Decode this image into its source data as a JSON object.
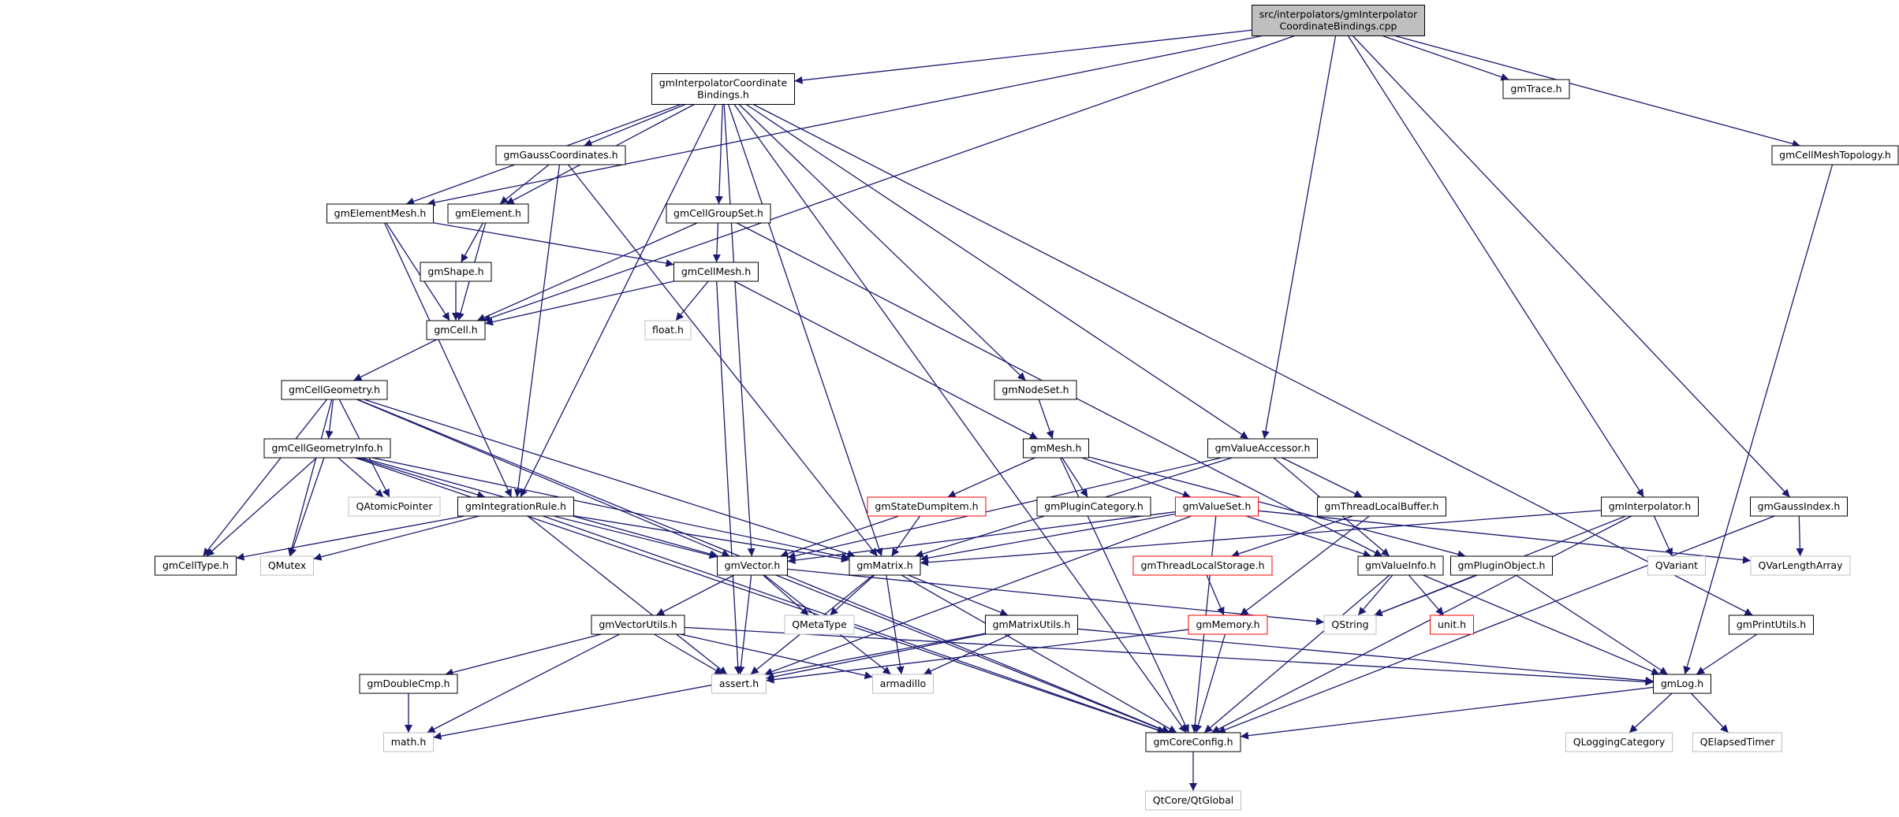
{
  "colors": {
    "edge": "#191970",
    "border_normal": "#000000",
    "border_external": "#bfbfbf",
    "border_truncated": "#ff0000",
    "fill_root": "#bfbfbf",
    "fill_node": "#ffffff",
    "text_normal": "#000000",
    "text_external": "#808080"
  },
  "nodes": [
    {
      "id": "root",
      "lines": [
        "src/interpolators/gmInterpolator",
        "CoordinateBindings.cpp"
      ],
      "kind": "root"
    },
    {
      "id": "bindings_h",
      "lines": [
        "gmInterpolatorCoordinate",
        "Bindings.h"
      ],
      "kind": "normal"
    },
    {
      "id": "trace_h",
      "lines": [
        "gmTrace.h"
      ],
      "kind": "normal"
    },
    {
      "id": "cellmeshtopology_h",
      "lines": [
        "gmCellMeshTopology.h"
      ],
      "kind": "normal"
    },
    {
      "id": "gausscoordinates_h",
      "lines": [
        "gmGaussCoordinates.h"
      ],
      "kind": "normal"
    },
    {
      "id": "elementmesh_h",
      "lines": [
        "gmElementMesh.h"
      ],
      "kind": "normal"
    },
    {
      "id": "element_h",
      "lines": [
        "gmElement.h"
      ],
      "kind": "normal"
    },
    {
      "id": "cellgroupset_h",
      "lines": [
        "gmCellGroupSet.h"
      ],
      "kind": "normal"
    },
    {
      "id": "shape_h",
      "lines": [
        "gmShape.h"
      ],
      "kind": "normal"
    },
    {
      "id": "cellmesh_h",
      "lines": [
        "gmCellMesh.h"
      ],
      "kind": "normal"
    },
    {
      "id": "cell_h",
      "lines": [
        "gmCell.h"
      ],
      "kind": "normal"
    },
    {
      "id": "float_h",
      "lines": [
        "float.h"
      ],
      "kind": "external"
    },
    {
      "id": "cellgeometry_h",
      "lines": [
        "gmCellGeometry.h"
      ],
      "kind": "normal"
    },
    {
      "id": "nodeset_h",
      "lines": [
        "gmNodeSet.h"
      ],
      "kind": "normal"
    },
    {
      "id": "cellgeometryinfo_h",
      "lines": [
        "gmCellGeometryInfo.h"
      ],
      "kind": "normal"
    },
    {
      "id": "mesh_h",
      "lines": [
        "gmMesh.h"
      ],
      "kind": "normal"
    },
    {
      "id": "valueaccessor_h",
      "lines": [
        "gmValueAccessor.h"
      ],
      "kind": "normal"
    },
    {
      "id": "qatomicpointer",
      "lines": [
        "QAtomicPointer"
      ],
      "kind": "external"
    },
    {
      "id": "integrationrule_h",
      "lines": [
        "gmIntegrationRule.h"
      ],
      "kind": "normal"
    },
    {
      "id": "statedumpitem_h",
      "lines": [
        "gmStateDumpItem.h"
      ],
      "kind": "truncated"
    },
    {
      "id": "plugincategory_h",
      "lines": [
        "gmPluginCategory.h"
      ],
      "kind": "normal"
    },
    {
      "id": "valueset_h",
      "lines": [
        "gmValueSet.h"
      ],
      "kind": "truncated"
    },
    {
      "id": "threadlocalbuffer_h",
      "lines": [
        "gmThreadLocalBuffer.h"
      ],
      "kind": "normal"
    },
    {
      "id": "interpolator_h",
      "lines": [
        "gmInterpolator.h"
      ],
      "kind": "normal"
    },
    {
      "id": "gaussindex_h",
      "lines": [
        "gmGaussIndex.h"
      ],
      "kind": "normal"
    },
    {
      "id": "celltype_h",
      "lines": [
        "gmCellType.h"
      ],
      "kind": "normal"
    },
    {
      "id": "qmutex",
      "lines": [
        "QMutex"
      ],
      "kind": "external"
    },
    {
      "id": "vector_h",
      "lines": [
        "gmVector.h"
      ],
      "kind": "normal"
    },
    {
      "id": "matrix_h",
      "lines": [
        "gmMatrix.h"
      ],
      "kind": "normal"
    },
    {
      "id": "threadlocalstorage_h",
      "lines": [
        "gmThreadLocalStorage.h"
      ],
      "kind": "truncated"
    },
    {
      "id": "valueinfo_h",
      "lines": [
        "gmValueInfo.h"
      ],
      "kind": "normal"
    },
    {
      "id": "pluginobject_h",
      "lines": [
        "gmPluginObject.h"
      ],
      "kind": "normal"
    },
    {
      "id": "qvariant",
      "lines": [
        "QVariant"
      ],
      "kind": "external"
    },
    {
      "id": "qvarlengtharray",
      "lines": [
        "QVarLengthArray"
      ],
      "kind": "external"
    },
    {
      "id": "qmetatype",
      "lines": [
        "QMetaType"
      ],
      "kind": "external"
    },
    {
      "id": "vectorutils_h",
      "lines": [
        "gmVectorUtils.h"
      ],
      "kind": "normal"
    },
    {
      "id": "matrixutils_h",
      "lines": [
        "gmMatrixUtils.h"
      ],
      "kind": "normal"
    },
    {
      "id": "memory_h",
      "lines": [
        "gmMemory.h"
      ],
      "kind": "truncated"
    },
    {
      "id": "qstring",
      "lines": [
        "QString"
      ],
      "kind": "external"
    },
    {
      "id": "unit_h",
      "lines": [
        "unit.h"
      ],
      "kind": "truncated"
    },
    {
      "id": "printutils_h",
      "lines": [
        "gmPrintUtils.h"
      ],
      "kind": "normal"
    },
    {
      "id": "doublecmp_h",
      "lines": [
        "gmDoubleCmp.h"
      ],
      "kind": "normal"
    },
    {
      "id": "assert_h",
      "lines": [
        "assert.h"
      ],
      "kind": "external"
    },
    {
      "id": "armadillo",
      "lines": [
        "armadillo"
      ],
      "kind": "external"
    },
    {
      "id": "log_h",
      "lines": [
        "gmLog.h"
      ],
      "kind": "normal"
    },
    {
      "id": "math_h",
      "lines": [
        "math.h"
      ],
      "kind": "external"
    },
    {
      "id": "coreconfig_h",
      "lines": [
        "gmCoreConfig.h"
      ],
      "kind": "normal"
    },
    {
      "id": "qloggingcategory",
      "lines": [
        "QLoggingCategory"
      ],
      "kind": "external"
    },
    {
      "id": "qelapsedtimer",
      "lines": [
        "QElapsedTimer"
      ],
      "kind": "external"
    },
    {
      "id": "qtglobal",
      "lines": [
        "QtCore/QtGlobal"
      ],
      "kind": "external"
    }
  ],
  "edges": [
    [
      "root",
      "bindings_h"
    ],
    [
      "root",
      "trace_h"
    ],
    [
      "root",
      "cellmeshtopology_h"
    ],
    [
      "root",
      "elementmesh_h"
    ],
    [
      "root",
      "cell_h"
    ],
    [
      "root",
      "valueaccessor_h"
    ],
    [
      "root",
      "interpolator_h"
    ],
    [
      "root",
      "gaussindex_h"
    ],
    [
      "bindings_h",
      "gausscoordinates_h"
    ],
    [
      "bindings_h",
      "elementmesh_h"
    ],
    [
      "bindings_h",
      "element_h"
    ],
    [
      "bindings_h",
      "cellgroupset_h"
    ],
    [
      "bindings_h",
      "nodeset_h"
    ],
    [
      "bindings_h",
      "valueaccessor_h"
    ],
    [
      "bindings_h",
      "integrationrule_h"
    ],
    [
      "bindings_h",
      "vector_h"
    ],
    [
      "bindings_h",
      "matrix_h"
    ],
    [
      "bindings_h",
      "coreconfig_h"
    ],
    [
      "bindings_h",
      "printutils_h"
    ],
    [
      "cellmeshtopology_h",
      "log_h"
    ],
    [
      "gausscoordinates_h",
      "element_h"
    ],
    [
      "gausscoordinates_h",
      "integrationrule_h"
    ],
    [
      "gausscoordinates_h",
      "matrix_h"
    ],
    [
      "elementmesh_h",
      "cell_h"
    ],
    [
      "elementmesh_h",
      "cellmesh_h"
    ],
    [
      "elementmesh_h",
      "integrationrule_h"
    ],
    [
      "element_h",
      "shape_h"
    ],
    [
      "element_h",
      "cell_h"
    ],
    [
      "cellgroupset_h",
      "cellmesh_h"
    ],
    [
      "cellgroupset_h",
      "cell_h"
    ],
    [
      "cellgroupset_h",
      "valueinfo_h"
    ],
    [
      "shape_h",
      "cell_h"
    ],
    [
      "cellmesh_h",
      "cell_h"
    ],
    [
      "cellmesh_h",
      "float_h"
    ],
    [
      "cellmesh_h",
      "mesh_h"
    ],
    [
      "cellmesh_h",
      "assert_h"
    ],
    [
      "cell_h",
      "cellgeometry_h"
    ],
    [
      "cellgeometry_h",
      "cellgeometryinfo_h"
    ],
    [
      "cellgeometry_h",
      "qatomicpointer"
    ],
    [
      "cellgeometry_h",
      "celltype_h"
    ],
    [
      "cellgeometry_h",
      "qmutex"
    ],
    [
      "cellgeometry_h",
      "vector_h"
    ],
    [
      "cellgeometry_h",
      "matrix_h"
    ],
    [
      "cellgeometry_h",
      "coreconfig_h"
    ],
    [
      "nodeset_h",
      "mesh_h"
    ],
    [
      "cellgeometryinfo_h",
      "qatomicpointer"
    ],
    [
      "cellgeometryinfo_h",
      "integrationrule_h"
    ],
    [
      "cellgeometryinfo_h",
      "celltype_h"
    ],
    [
      "cellgeometryinfo_h",
      "qmutex"
    ],
    [
      "cellgeometryinfo_h",
      "vector_h"
    ],
    [
      "cellgeometryinfo_h",
      "matrix_h"
    ],
    [
      "cellgeometryinfo_h",
      "coreconfig_h"
    ],
    [
      "mesh_h",
      "statedumpitem_h"
    ],
    [
      "mesh_h",
      "plugincategory_h"
    ],
    [
      "mesh_h",
      "valueset_h"
    ],
    [
      "mesh_h",
      "pluginobject_h"
    ],
    [
      "mesh_h",
      "coreconfig_h"
    ],
    [
      "valueaccessor_h",
      "threadlocalbuffer_h"
    ],
    [
      "valueaccessor_h",
      "valueinfo_h"
    ],
    [
      "valueaccessor_h",
      "vector_h"
    ],
    [
      "valueaccessor_h",
      "matrix_h"
    ],
    [
      "integrationrule_h",
      "celltype_h"
    ],
    [
      "integrationrule_h",
      "qmutex"
    ],
    [
      "integrationrule_h",
      "vector_h"
    ],
    [
      "integrationrule_h",
      "matrix_h"
    ],
    [
      "integrationrule_h",
      "assert_h"
    ],
    [
      "integrationrule_h",
      "coreconfig_h"
    ],
    [
      "statedumpitem_h",
      "vector_h"
    ],
    [
      "statedumpitem_h",
      "matrix_h"
    ],
    [
      "valueset_h",
      "valueinfo_h"
    ],
    [
      "valueset_h",
      "qvarlengtharray"
    ],
    [
      "valueset_h",
      "vector_h"
    ],
    [
      "valueset_h",
      "matrix_h"
    ],
    [
      "valueset_h",
      "assert_h"
    ],
    [
      "valueset_h",
      "coreconfig_h"
    ],
    [
      "threadlocalbuffer_h",
      "threadlocalstorage_h"
    ],
    [
      "threadlocalbuffer_h",
      "memory_h"
    ],
    [
      "interpolator_h",
      "matrix_h"
    ],
    [
      "interpolator_h",
      "qvariant"
    ],
    [
      "interpolator_h",
      "qstring"
    ],
    [
      "interpolator_h",
      "coreconfig_h"
    ],
    [
      "gaussindex_h",
      "qvarlengtharray"
    ],
    [
      "gaussindex_h",
      "coreconfig_h"
    ],
    [
      "vector_h",
      "qmetatype"
    ],
    [
      "vector_h",
      "vectorutils_h"
    ],
    [
      "vector_h",
      "assert_h"
    ],
    [
      "vector_h",
      "armadillo"
    ],
    [
      "vector_h",
      "qstring"
    ],
    [
      "vector_h",
      "coreconfig_h"
    ],
    [
      "matrix_h",
      "qmetatype"
    ],
    [
      "matrix_h",
      "matrixutils_h"
    ],
    [
      "matrix_h",
      "assert_h"
    ],
    [
      "matrix_h",
      "armadillo"
    ],
    [
      "matrix_h",
      "coreconfig_h"
    ],
    [
      "threadlocalstorage_h",
      "memory_h"
    ],
    [
      "valueinfo_h",
      "qstring"
    ],
    [
      "valueinfo_h",
      "unit_h"
    ],
    [
      "valueinfo_h",
      "log_h"
    ],
    [
      "valueinfo_h",
      "coreconfig_h"
    ],
    [
      "pluginobject_h",
      "qstring"
    ],
    [
      "pluginobject_h",
      "log_h"
    ],
    [
      "vectorutils_h",
      "doublecmp_h"
    ],
    [
      "vectorutils_h",
      "assert_h"
    ],
    [
      "vectorutils_h",
      "armadillo"
    ],
    [
      "vectorutils_h",
      "math_h"
    ],
    [
      "vectorutils_h",
      "log_h"
    ],
    [
      "matrixutils_h",
      "assert_h"
    ],
    [
      "matrixutils_h",
      "armadillo"
    ],
    [
      "matrixutils_h",
      "math_h"
    ],
    [
      "matrixutils_h",
      "log_h"
    ],
    [
      "memory_h",
      "assert_h"
    ],
    [
      "memory_h",
      "coreconfig_h"
    ],
    [
      "printutils_h",
      "log_h"
    ],
    [
      "doublecmp_h",
      "math_h"
    ],
    [
      "log_h",
      "coreconfig_h"
    ],
    [
      "log_h",
      "qloggingcategory"
    ],
    [
      "log_h",
      "qelapsedtimer"
    ],
    [
      "coreconfig_h",
      "qtglobal"
    ]
  ]
}
